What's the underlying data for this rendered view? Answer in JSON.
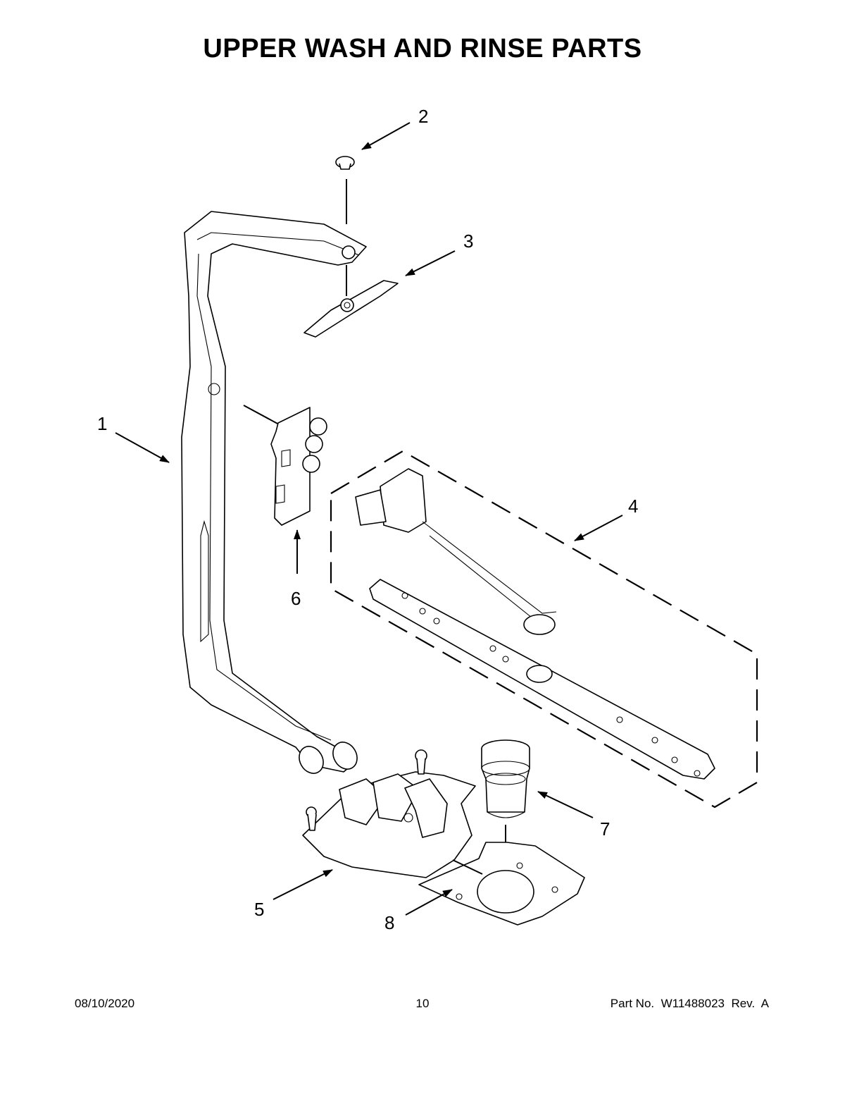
{
  "title": "UPPER WASH AND RINSE PARTS",
  "callouts": {
    "c1": "1",
    "c2": "2",
    "c3": "3",
    "c4": "4",
    "c5": "5",
    "c6": "6",
    "c7": "7",
    "c8": "8"
  },
  "footer": {
    "date": "08/10/2020",
    "page": "10",
    "part": "Part No.  W11488023  Rev.  A"
  }
}
